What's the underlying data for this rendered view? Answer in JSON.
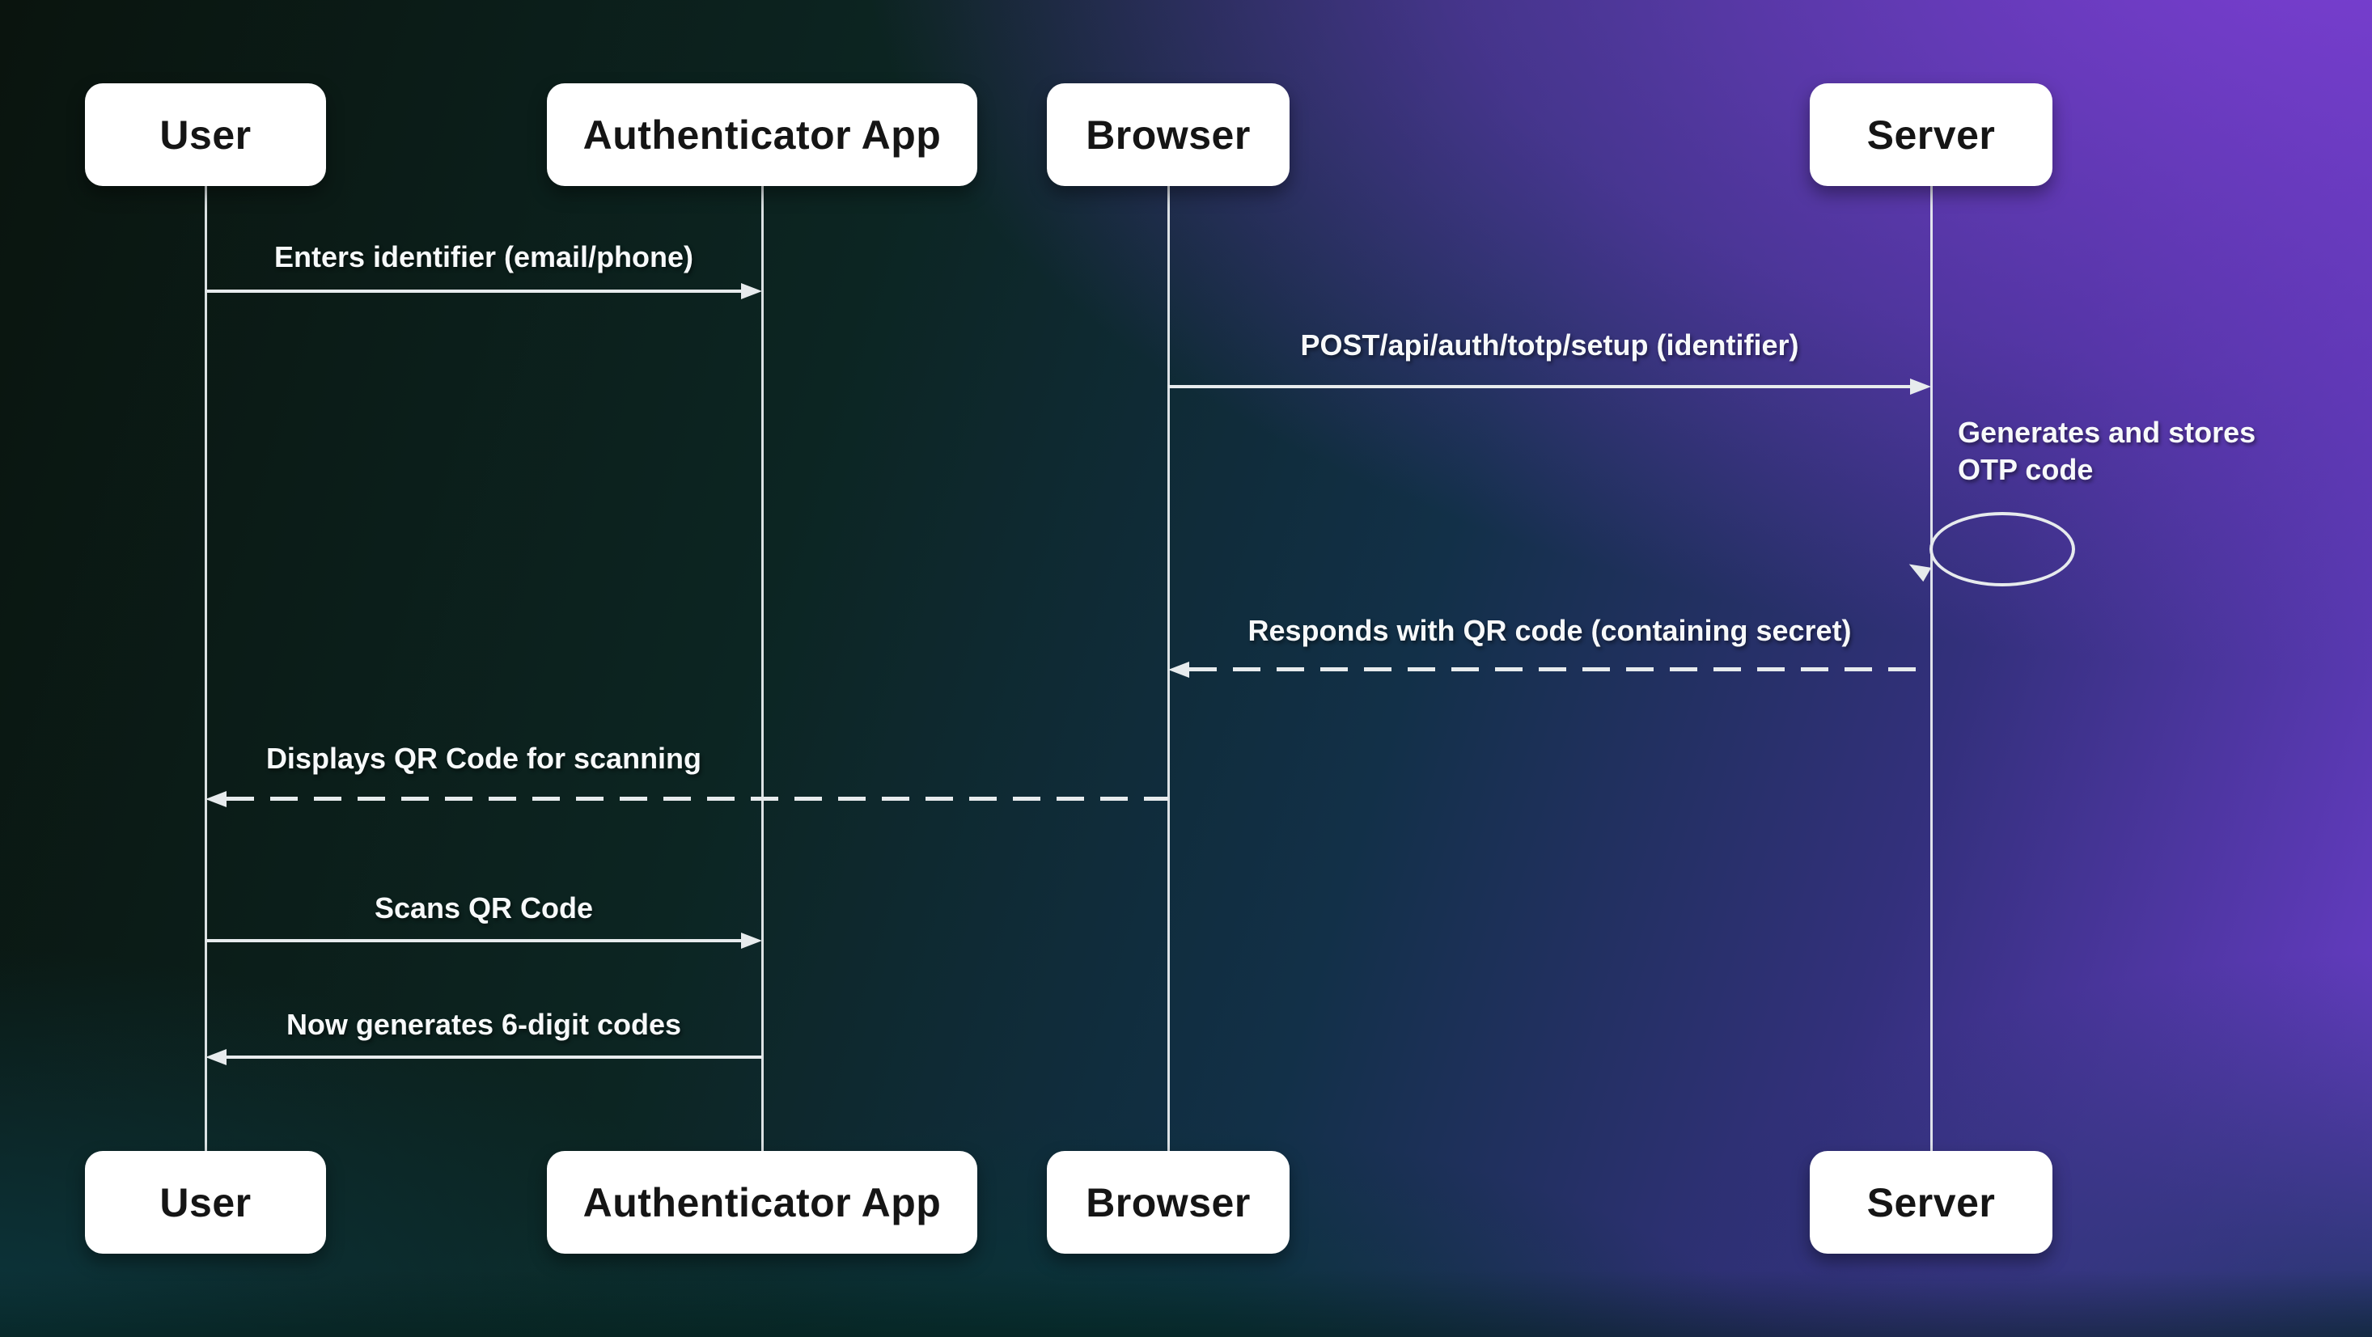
{
  "diagram": {
    "actors": [
      {
        "id": "user",
        "label": "User"
      },
      {
        "id": "authenticator",
        "label": "Authenticator App"
      },
      {
        "id": "browser",
        "label": "Browser"
      },
      {
        "id": "server",
        "label": "Server"
      }
    ],
    "messages": [
      {
        "from": "user",
        "to": "authenticator",
        "style": "solid",
        "label": "Enters identifier (email/phone)"
      },
      {
        "from": "browser",
        "to": "server",
        "style": "solid",
        "label": "POST/api/auth/totp/setup (identifier)"
      },
      {
        "type": "self",
        "actor": "server",
        "style": "loop",
        "label": "Generates and stores OTP code"
      },
      {
        "from": "server",
        "to": "browser",
        "style": "dashed",
        "label": "Responds with QR code (containing secret)"
      },
      {
        "from": "browser",
        "to": "user",
        "style": "dashed",
        "label": "Displays QR Code for scanning"
      },
      {
        "from": "user",
        "to": "authenticator",
        "style": "solid",
        "label": "Scans QR Code"
      },
      {
        "from": "authenticator",
        "to": "user",
        "style": "solid",
        "label": "Now generates 6-digit codes"
      }
    ],
    "colors": {
      "actor_box_bg": "#ffffff",
      "actor_text": "#151515",
      "message_text": "#f7f9fa",
      "line": "#e7ebed",
      "bg_top_left": "#0a140e",
      "bg_top_right": "#7c3fd4",
      "bg_bottom_left": "#0d3b45",
      "bg_bottom_center": "#063532",
      "bg_bottom_right": "#1d3560"
    }
  }
}
